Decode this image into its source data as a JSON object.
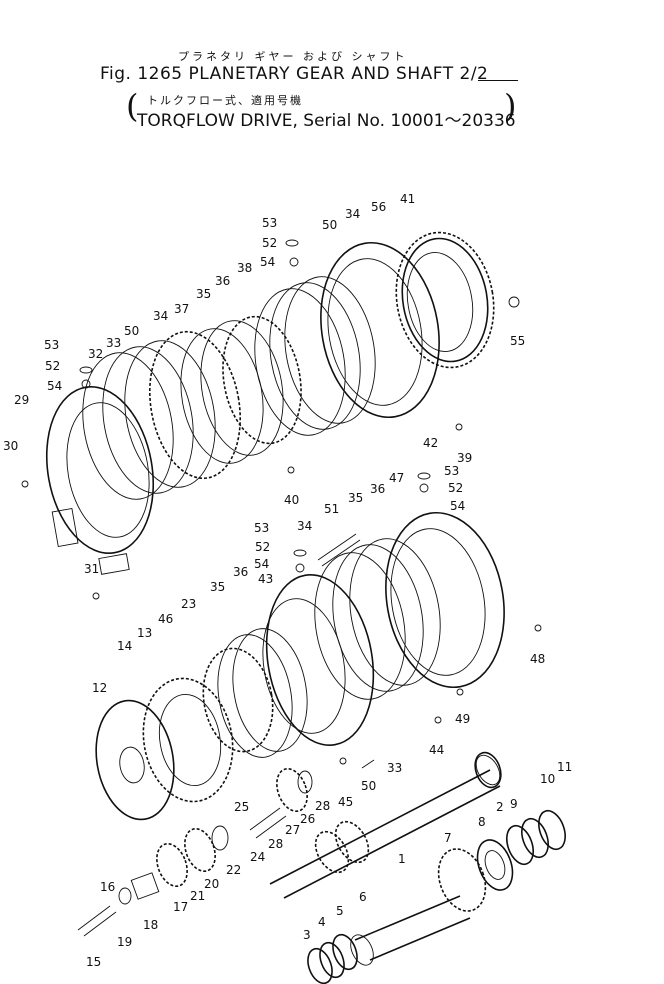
{
  "header": {
    "title_jp": "プラネタリ ギヤー および シャフト",
    "fig_title": "Fig. 1265 PLANETARY GEAR AND SHAFT 2/2",
    "subtitle_jp": "トルクフロー式、適用号機",
    "subtitle_en": "TORQFLOW DRIVE, Serial No. 10001～20336"
  },
  "callouts": [
    "53",
    "52",
    "54",
    "50",
    "34",
    "56",
    "41",
    "55",
    "38",
    "36",
    "35",
    "37",
    "34",
    "50",
    "53",
    "52",
    "54",
    "33",
    "32",
    "29",
    "30",
    "42",
    "39",
    "40",
    "31",
    "53",
    "52",
    "54",
    "47",
    "36",
    "35",
    "51",
    "34",
    "53",
    "52",
    "54",
    "43",
    "36",
    "35",
    "23",
    "46",
    "13",
    "14",
    "12",
    "48",
    "49",
    "44",
    "33",
    "50",
    "45",
    "28",
    "26",
    "27",
    "25",
    "28",
    "24",
    "22",
    "20",
    "21",
    "17",
    "18",
    "16",
    "19",
    "15",
    "2",
    "9",
    "10",
    "11",
    "8",
    "7",
    "1",
    "6",
    "5",
    "4",
    "3"
  ]
}
